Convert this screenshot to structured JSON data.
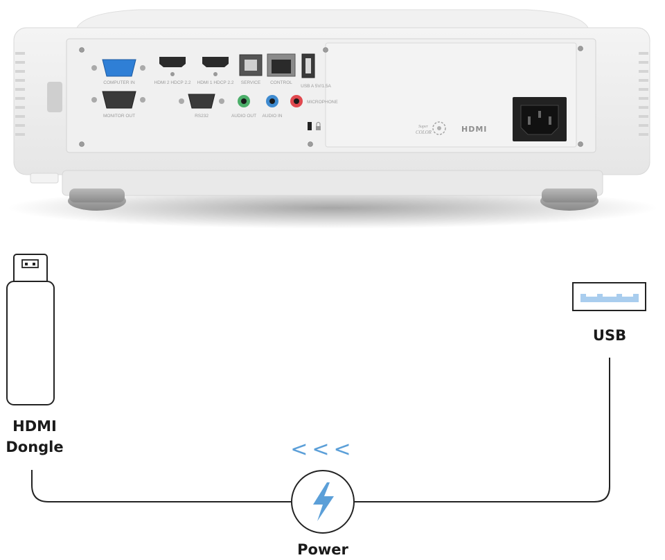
{
  "projector": {
    "port_labels": {
      "computer_in": "COMPUTER IN",
      "monitor_out": "MONITOR OUT",
      "hdmi2": "HDMI 2 HDCP 2.2",
      "hdmi1": "HDMI 1 HDCP 2.2",
      "service": "SERVICE",
      "control": "CONTROL",
      "usb_a": "USB A 5V/1.5A",
      "rs232": "RS232",
      "audio_out": "AUDIO OUT",
      "audio_in": "AUDIO IN",
      "microphone": "MICROPHONE"
    },
    "logos": {
      "supercolor_line1": "Super",
      "supercolor_line2": "COLOR",
      "hdmi": "HDMI"
    }
  },
  "diagram": {
    "hdmi_dongle_label_line1": "HDMI",
    "hdmi_dongle_label_line2": "Dongle",
    "usb_label": "USB",
    "power_label": "Power",
    "arrows": "<<<",
    "colors": {
      "accent_blue": "#5b9fd8",
      "line": "#222222",
      "usb_fill": "#a9cdee",
      "mic_red": "#e0484e",
      "audio_in_blue": "#3f8bd0",
      "audio_out_green": "#4caf6a"
    }
  }
}
